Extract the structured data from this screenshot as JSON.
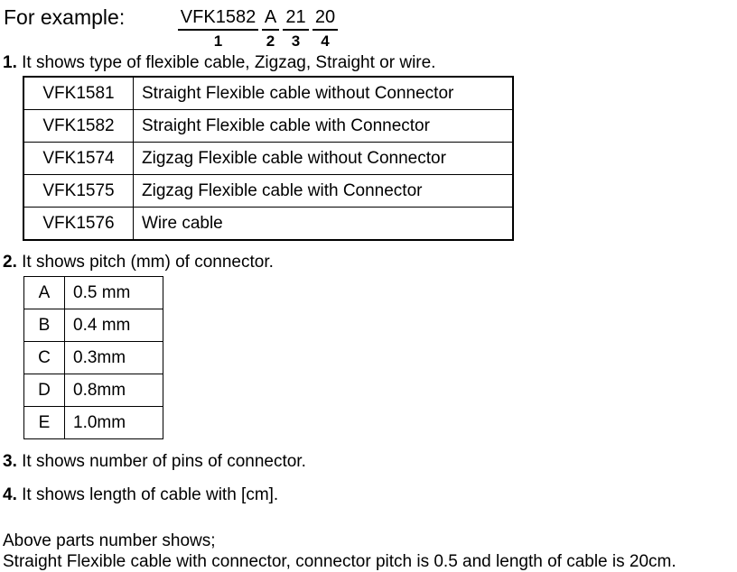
{
  "header": {
    "example_label": "For example:",
    "part_number_segments": [
      {
        "text": "VFK1582",
        "index": "1"
      },
      {
        "text": "A",
        "index": "2"
      },
      {
        "text": "21",
        "index": "3"
      },
      {
        "text": "20",
        "index": "4"
      }
    ]
  },
  "notes": {
    "n1_number": "1.",
    "n1_text": " It shows type of flexible cable, Zigzag, Straight or wire.",
    "n2_number": "2.",
    "n2_text": " It shows pitch (mm) of connector.",
    "n3_number": "3.",
    "n3_text": " It shows number of pins of connector.",
    "n4_number": "4.",
    "n4_text": " It shows length of cable with [cm]."
  },
  "table_types": {
    "rows": [
      {
        "code": "VFK1581",
        "desc": "Straight Flexible cable without Connector"
      },
      {
        "code": "VFK1582",
        "desc": "Straight Flexible cable with Connector"
      },
      {
        "code": "VFK1574",
        "desc": "Zigzag Flexible cable without Connector"
      },
      {
        "code": "VFK1575",
        "desc": "Zigzag Flexible cable with Connector"
      },
      {
        "code": "VFK1576",
        "desc": "Wire cable"
      }
    ]
  },
  "table_pitch": {
    "rows": [
      {
        "code": "A",
        "desc": "0.5 mm"
      },
      {
        "code": "B",
        "desc": "0.4 mm"
      },
      {
        "code": "C",
        "desc": "0.3mm"
      },
      {
        "code": "D",
        "desc": "0.8mm"
      },
      {
        "code": "E",
        "desc": "1.0mm"
      }
    ]
  },
  "closing": {
    "line1": "Above parts number shows;",
    "line2": "Straight Flexible cable with connector, connector pitch is 0.5 and length of cable is 20cm."
  },
  "colors": {
    "text": "#000000",
    "border": "#000000",
    "border_light": "#7a7a7a",
    "background": "#ffffff"
  }
}
